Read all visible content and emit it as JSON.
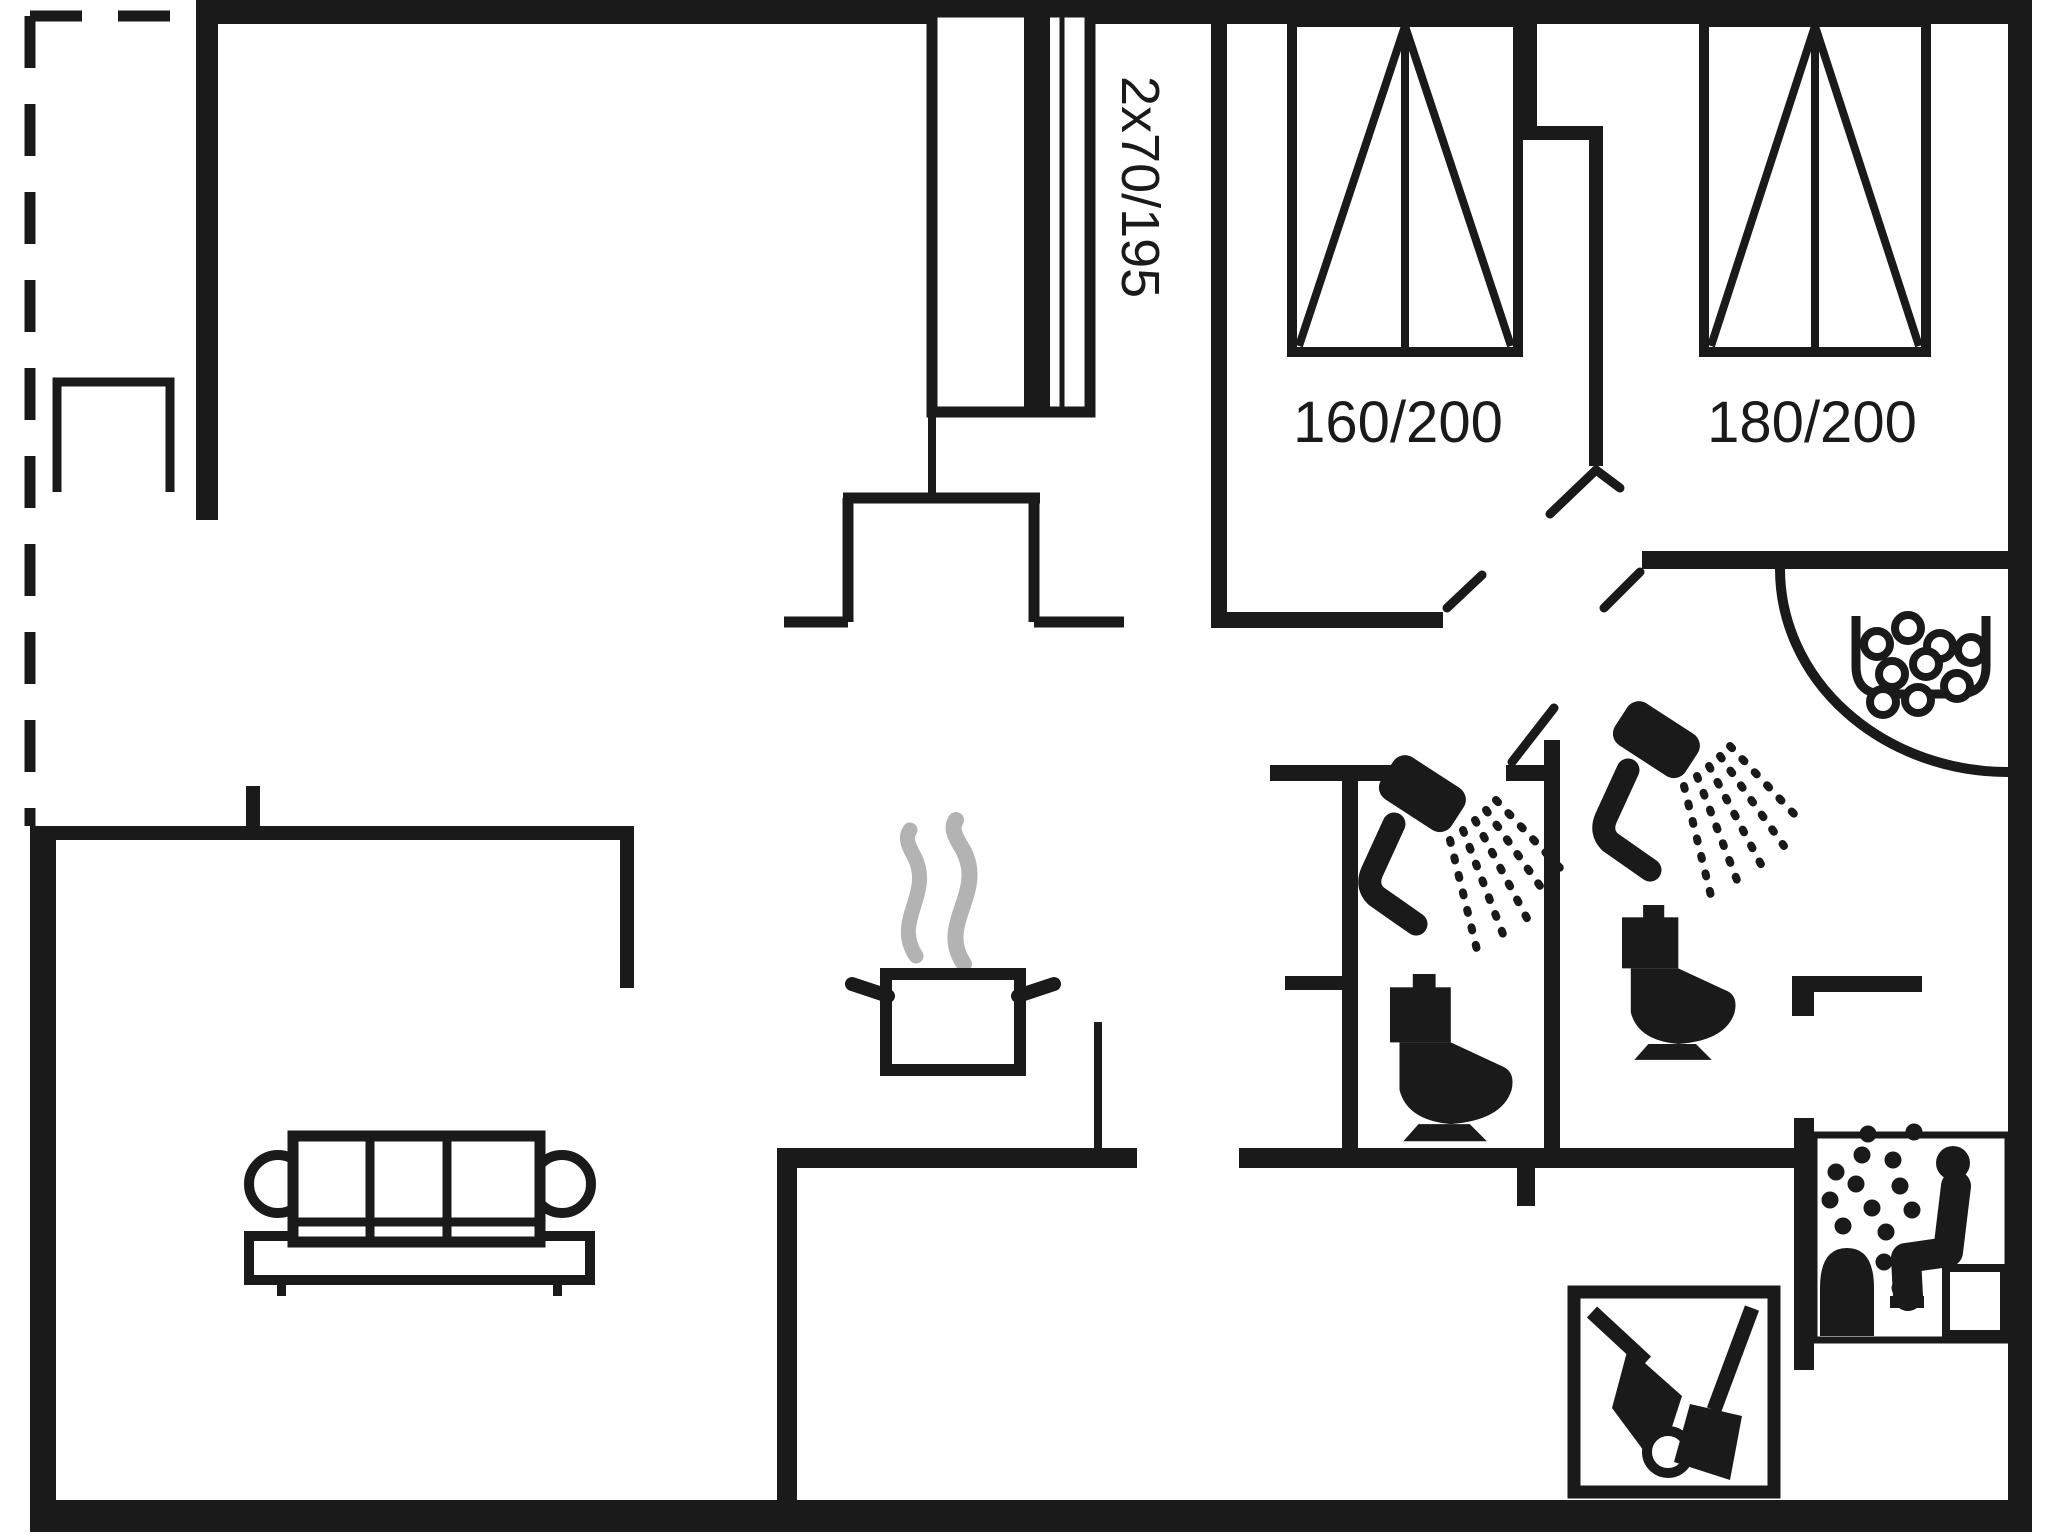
{
  "page": {
    "type": "floor-plan",
    "background_color": "#f6f6f6",
    "paper_color": "#ffffff",
    "line_color": "#1a1a1a",
    "steam_color": "#b3b3b3"
  },
  "labels": {
    "bunk_bed_size": "2x70/195",
    "double_bed_1_size": "160/200",
    "double_bed_2_size": "180/200"
  },
  "legend": {
    "icons": [
      "double-bed-icon",
      "bunk-bed-icon",
      "shower-icon",
      "toilet-icon",
      "whirlpool-tub-icon",
      "sauna-icon",
      "fireplace-icon",
      "sofa-icon",
      "cooking-pot-icon",
      "terrace-steps-icon",
      "door-swing",
      "dashed-terrace-boundary"
    ]
  }
}
